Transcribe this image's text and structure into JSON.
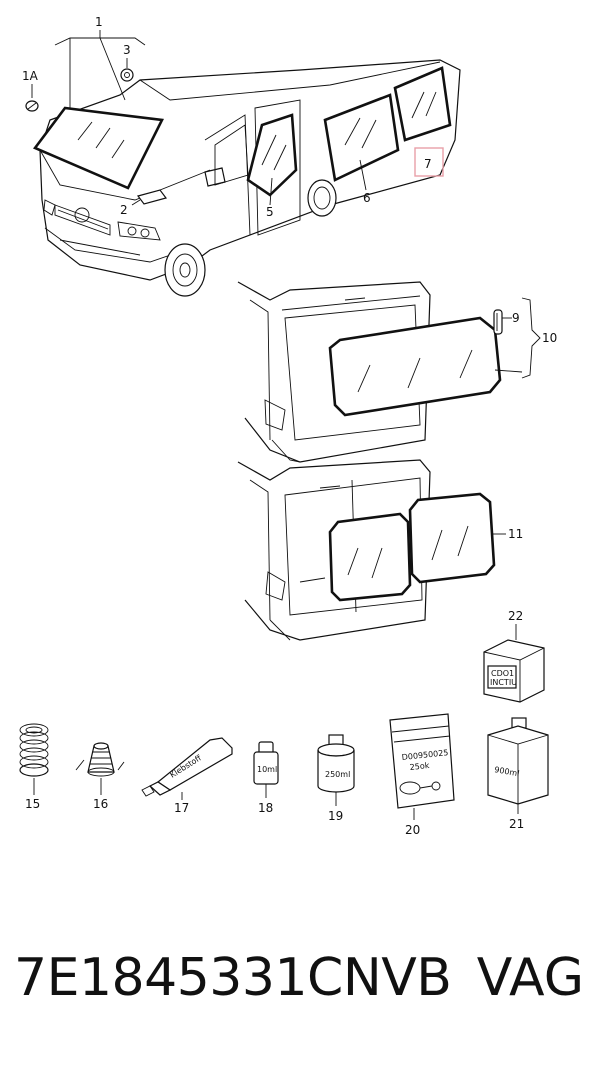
{
  "callouts": {
    "c1": "1",
    "c1a": "1A",
    "c2": "2",
    "c3": "3",
    "c5": "5",
    "c6": "6",
    "c7": "7",
    "c9": "9",
    "c10": "10",
    "c11": "11",
    "c15": "15",
    "c16": "16",
    "c17": "17",
    "c18": "18",
    "c19": "19",
    "c20": "20",
    "c21": "21",
    "c22": "22"
  },
  "product_labels": {
    "tube": "Klebstoff",
    "bottle_small": "10ml",
    "can": "250ml",
    "bag_code": "D00950025",
    "bag_qty": "25ok",
    "canister": "900ml",
    "box_top": "CDO1",
    "box_bottom": "INCTIU"
  },
  "highlight_color": "#e8a0a8",
  "caption": {
    "part_number": "7E1845331CNVB",
    "brand": "VAG"
  }
}
